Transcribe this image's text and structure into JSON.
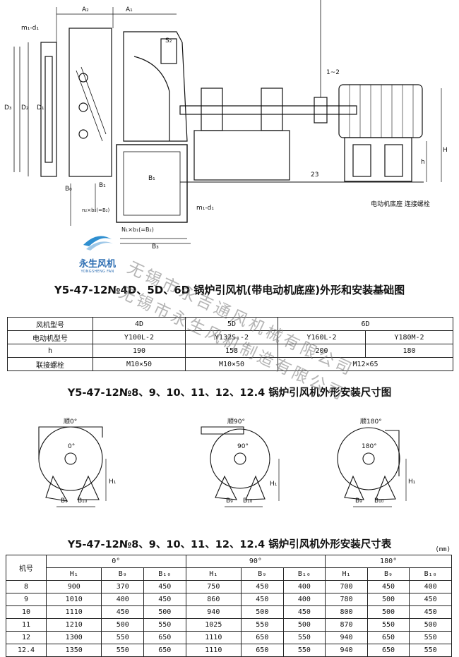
{
  "drawing_labels": {
    "a2": "A₂",
    "a1": "A₁",
    "m1d1_top": "m₁-d₁",
    "s2": "S₂",
    "d3": "D₃",
    "d2": "D₂",
    "d1": "D₁",
    "b1_upper": "B₁",
    "b0": "B₀",
    "n2": "n₂×b₂(=B₂)",
    "b1_left": "B₁",
    "m1d1_low": "m₁-d₁",
    "n1": "N₁×b₁(=B₂)",
    "b3": "B₃",
    "dim12": "1~2",
    "h_big": "H",
    "h_small": "h",
    "d23": "23",
    "motor_base": "电动机底座 连接螺栓"
  },
  "logo": {
    "name": "永生风机",
    "sub": "YONGSHENG FAN"
  },
  "watermark": {
    "line1": "无锡市永吉通风机械有限公司",
    "line2": "无锡市永生风机制造有限公司"
  },
  "title1": "Y5-47-12№4D、5D、6D 锅炉引风机(带电动机底座)外形和安装基础图",
  "table1": {
    "rows": [
      [
        "风机型号",
        "4D",
        "5D",
        "6D",
        ""
      ],
      [
        "电动机型号",
        "Y100L-2",
        "Y132S₁-2",
        "Y160L-2",
        "Y180M-2"
      ],
      [
        "h",
        "190",
        "158",
        "200",
        "180"
      ],
      [
        "联接螺栓",
        "M10×50",
        "M10×50",
        "M12×65",
        ""
      ]
    ]
  },
  "title2": "Y5-47-12№8、9、10、11、12、12.4 锅炉引风机外形安装尺寸图",
  "views": [
    {
      "label": "顺0°",
      "angle": "0°",
      "h": "H₁",
      "b9": "B₉",
      "b10": "B₁₀"
    },
    {
      "label": "顺90°",
      "angle": "90°",
      "h": "H₁",
      "b9": "B₉",
      "b10": "B₁₀"
    },
    {
      "label": "顺180°",
      "angle": "180°",
      "h": "H₁",
      "b9": "B₉",
      "b10": "B₁₀"
    }
  ],
  "title3": "Y5-47-12№8、9、10、11、12、12.4 锅炉引风机外形安装尺寸表",
  "unit": "(mm)",
  "table2": {
    "col0": "机号",
    "groups": [
      "0°",
      "90°",
      "180°"
    ],
    "sub": [
      "H₁",
      "B₉",
      "B₁₀"
    ],
    "rows": [
      [
        "8",
        "900",
        "370",
        "450",
        "750",
        "450",
        "400",
        "700",
        "450",
        "400"
      ],
      [
        "9",
        "1010",
        "400",
        "450",
        "860",
        "450",
        "400",
        "780",
        "500",
        "450"
      ],
      [
        "10",
        "1110",
        "450",
        "500",
        "940",
        "500",
        "450",
        "800",
        "500",
        "450"
      ],
      [
        "11",
        "1210",
        "500",
        "550",
        "1025",
        "550",
        "500",
        "870",
        "550",
        "500"
      ],
      [
        "12",
        "1300",
        "550",
        "650",
        "1110",
        "650",
        "550",
        "940",
        "650",
        "550"
      ],
      [
        "12.4",
        "1350",
        "550",
        "650",
        "1110",
        "650",
        "550",
        "940",
        "650",
        "550"
      ]
    ]
  }
}
